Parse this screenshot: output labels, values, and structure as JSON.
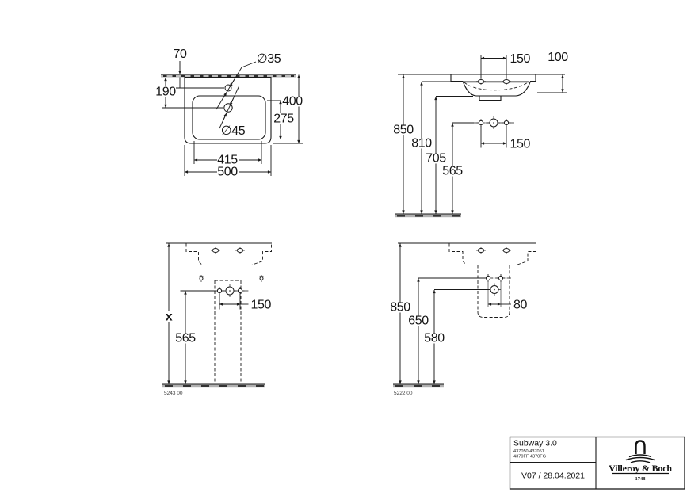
{
  "plan": {
    "d70": "70",
    "d190": "190",
    "dia35": "∅35",
    "dia45": "∅45",
    "d400": "400",
    "d275": "275",
    "d415": "415",
    "d500": "500"
  },
  "front": {
    "d150top": "150",
    "d100": "100",
    "d850": "850",
    "d810": "810",
    "d705": "705",
    "d565": "565",
    "d150mid": "150"
  },
  "pedestal": {
    "dx": "x",
    "d565": "565",
    "d150": "150",
    "code": "5243 00"
  },
  "semi": {
    "d850": "850",
    "d650": "650",
    "d580": "580",
    "d80": "80",
    "code": "5222 00"
  },
  "titleblock": {
    "product": "Subway 3.0",
    "articles1": "437050 437051",
    "articles2": "4370FF 4370FG",
    "version": "V07 / 28.04.2021",
    "brand": "Villeroy & Boch",
    "year": "1748"
  },
  "colors": {
    "line": "#1a1a1a",
    "gray_band": "#b0b0b0",
    "background": "#ffffff"
  }
}
